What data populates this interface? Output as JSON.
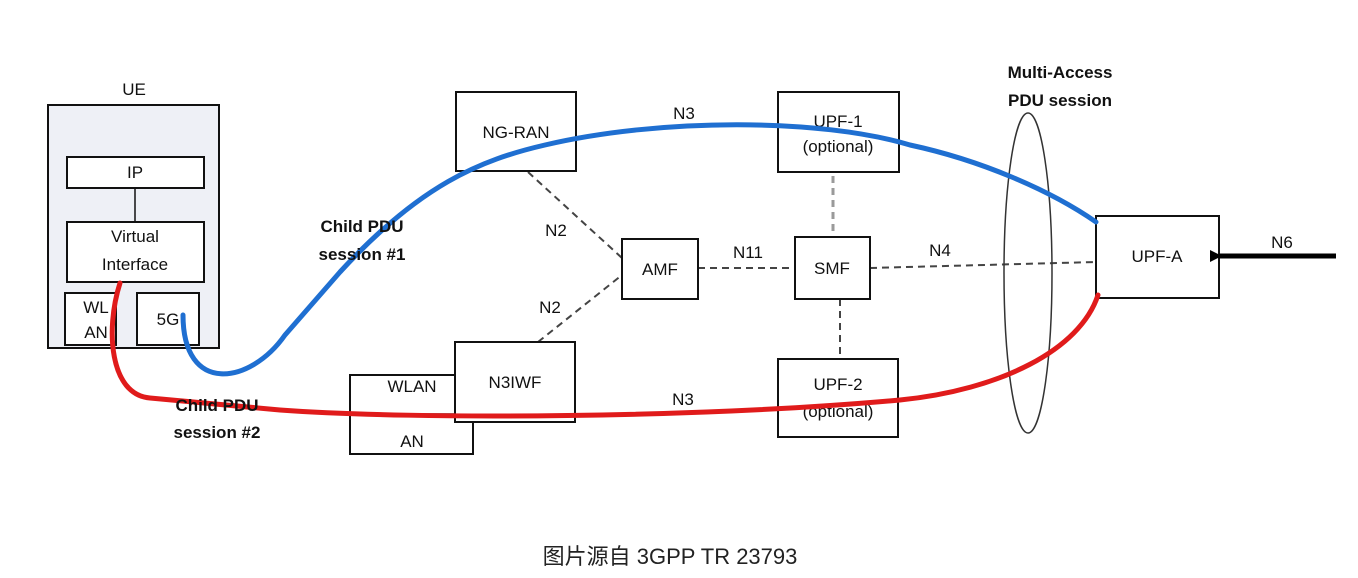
{
  "ue": {
    "title": "UE",
    "ip": "IP",
    "virtual_line1": "Virtual",
    "virtual_line2": "Interface",
    "wlan_line1": "WL",
    "wlan_line2": "AN",
    "fiveg": "5G"
  },
  "nodes": {
    "ngran": "NG-RAN",
    "upf1_line1": "UPF-1",
    "upf1_line2": "(optional)",
    "amf": "AMF",
    "smf": "SMF",
    "upfa": "UPF-A",
    "n3iwf": "N3IWF",
    "wlan_an_line1": "WLAN",
    "wlan_an_line2": "AN",
    "upf2_line1": "UPF-2",
    "upf2_line2": "(optional)"
  },
  "interfaces": {
    "n3_top": "N3",
    "n3_bottom": "N3",
    "n2_top": "N2",
    "n2_bottom": "N2",
    "n11": "N11",
    "n4": "N4",
    "n6": "N6"
  },
  "sessions": {
    "child1_line1": "Child PDU",
    "child1_line2": "session #1",
    "child2_line1": "Child PDU",
    "child2_line2": "session #2",
    "multi_line1": "Multi-Access",
    "multi_line2": "PDU session"
  },
  "colors": {
    "session1": "#1f6fd1",
    "session2": "#e01b1b"
  },
  "caption": "图片源自 3GPP TR 23793"
}
